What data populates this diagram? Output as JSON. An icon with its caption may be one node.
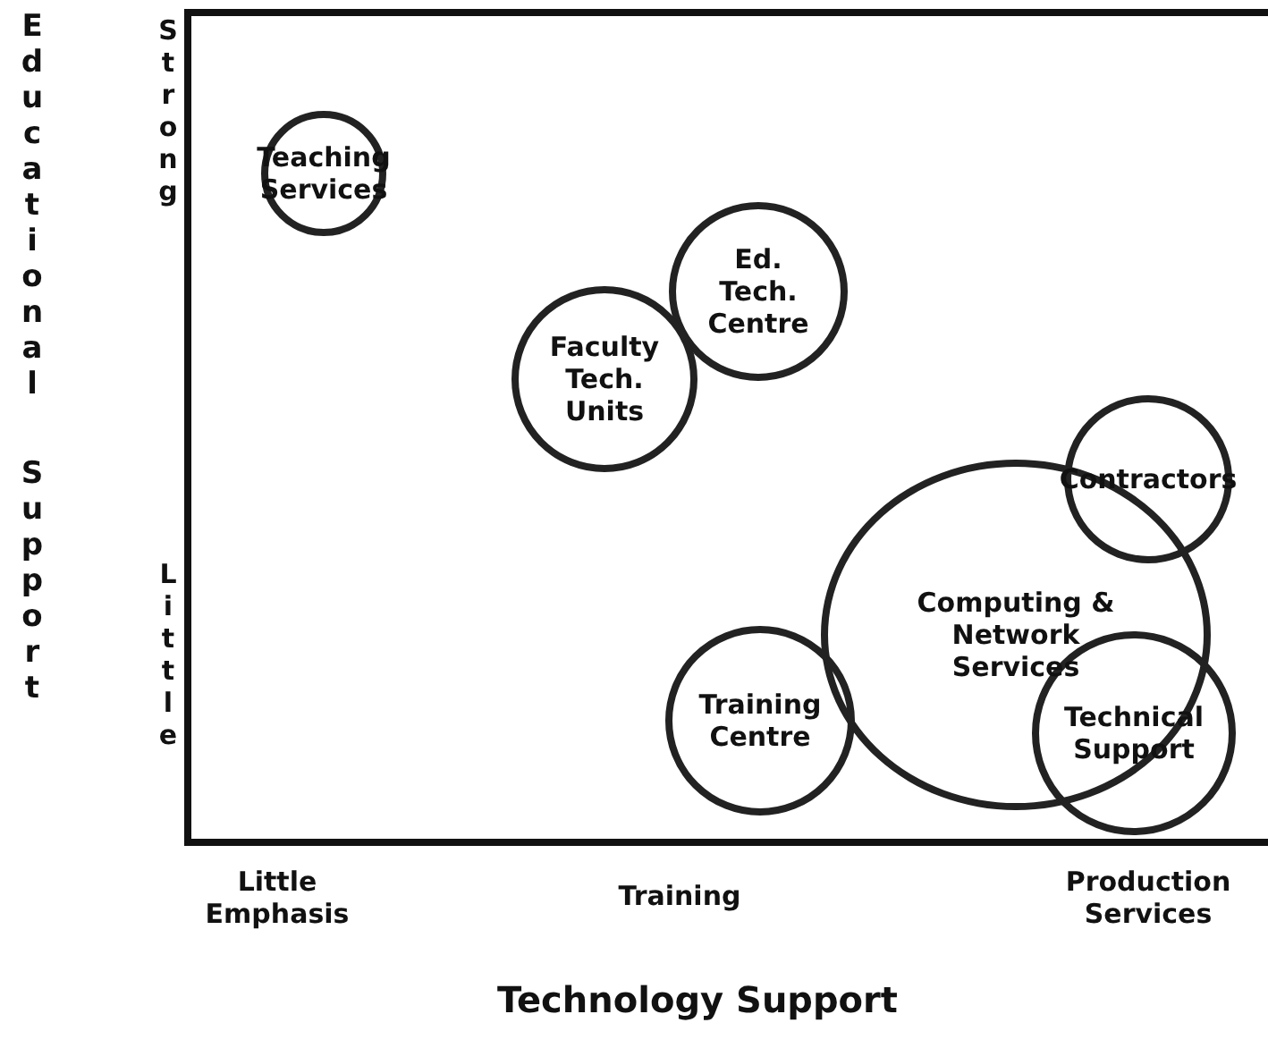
{
  "diagram": {
    "nodes": [
      {
        "text": [
          "Teaching Services"
        ]
      },
      {
        "text": [
          "Ed. Tech. Centre"
        ]
      },
      {
        "text": [
          "Faculty Tech. Units"
        ]
      },
      {
        "text": [
          "Contractors"
        ]
      },
      {
        "text": [
          "Computing & Network Services"
        ]
      },
      {
        "text": [
          "Training Centre"
        ]
      },
      {
        "text": [
          "Technical Support"
        ]
      }
    ],
    "edges": [],
    "labels": [
      "Educational Support",
      "Strong",
      "Little",
      "Little Emphasis",
      "Training",
      "Production Services",
      "Technology Support"
    ]
  }
}
